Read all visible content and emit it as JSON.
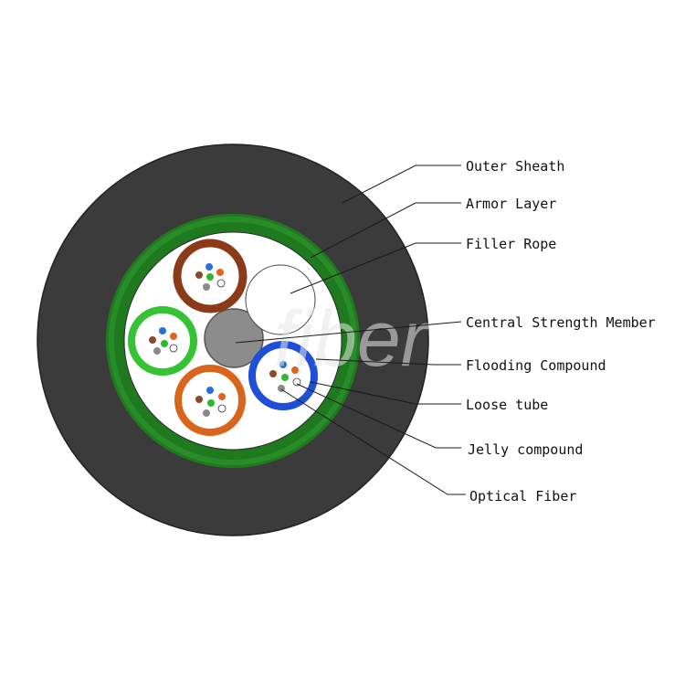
{
  "labels": {
    "outer_sheath": "Outer Sheath",
    "armor_layer": "Armor Layer",
    "filler_rope": "Filler Rope",
    "central_strength_member": "Central Strength Member",
    "flooding_compound": "Flooding Compound",
    "loose_tube": "Loose tube",
    "jelly_compound": "Jelly compound",
    "optical_fiber": "Optical Fiber"
  },
  "colors": {
    "outer_sheath": "#3b3b3b",
    "armor_layer": "#1f7a1f",
    "core_fill": "#ffffff",
    "central_member": "#8c8c8c",
    "tube_brown": "#8b3a1a",
    "tube_green": "#35c335",
    "tube_orange": "#d9641c",
    "tube_blue": "#1f4fd6"
  },
  "fiber_colors": [
    "#2a6fd8",
    "#8b4a2a",
    "#2eb82e",
    "#e0641e",
    "#8a8a8a",
    "#ffffff"
  ]
}
